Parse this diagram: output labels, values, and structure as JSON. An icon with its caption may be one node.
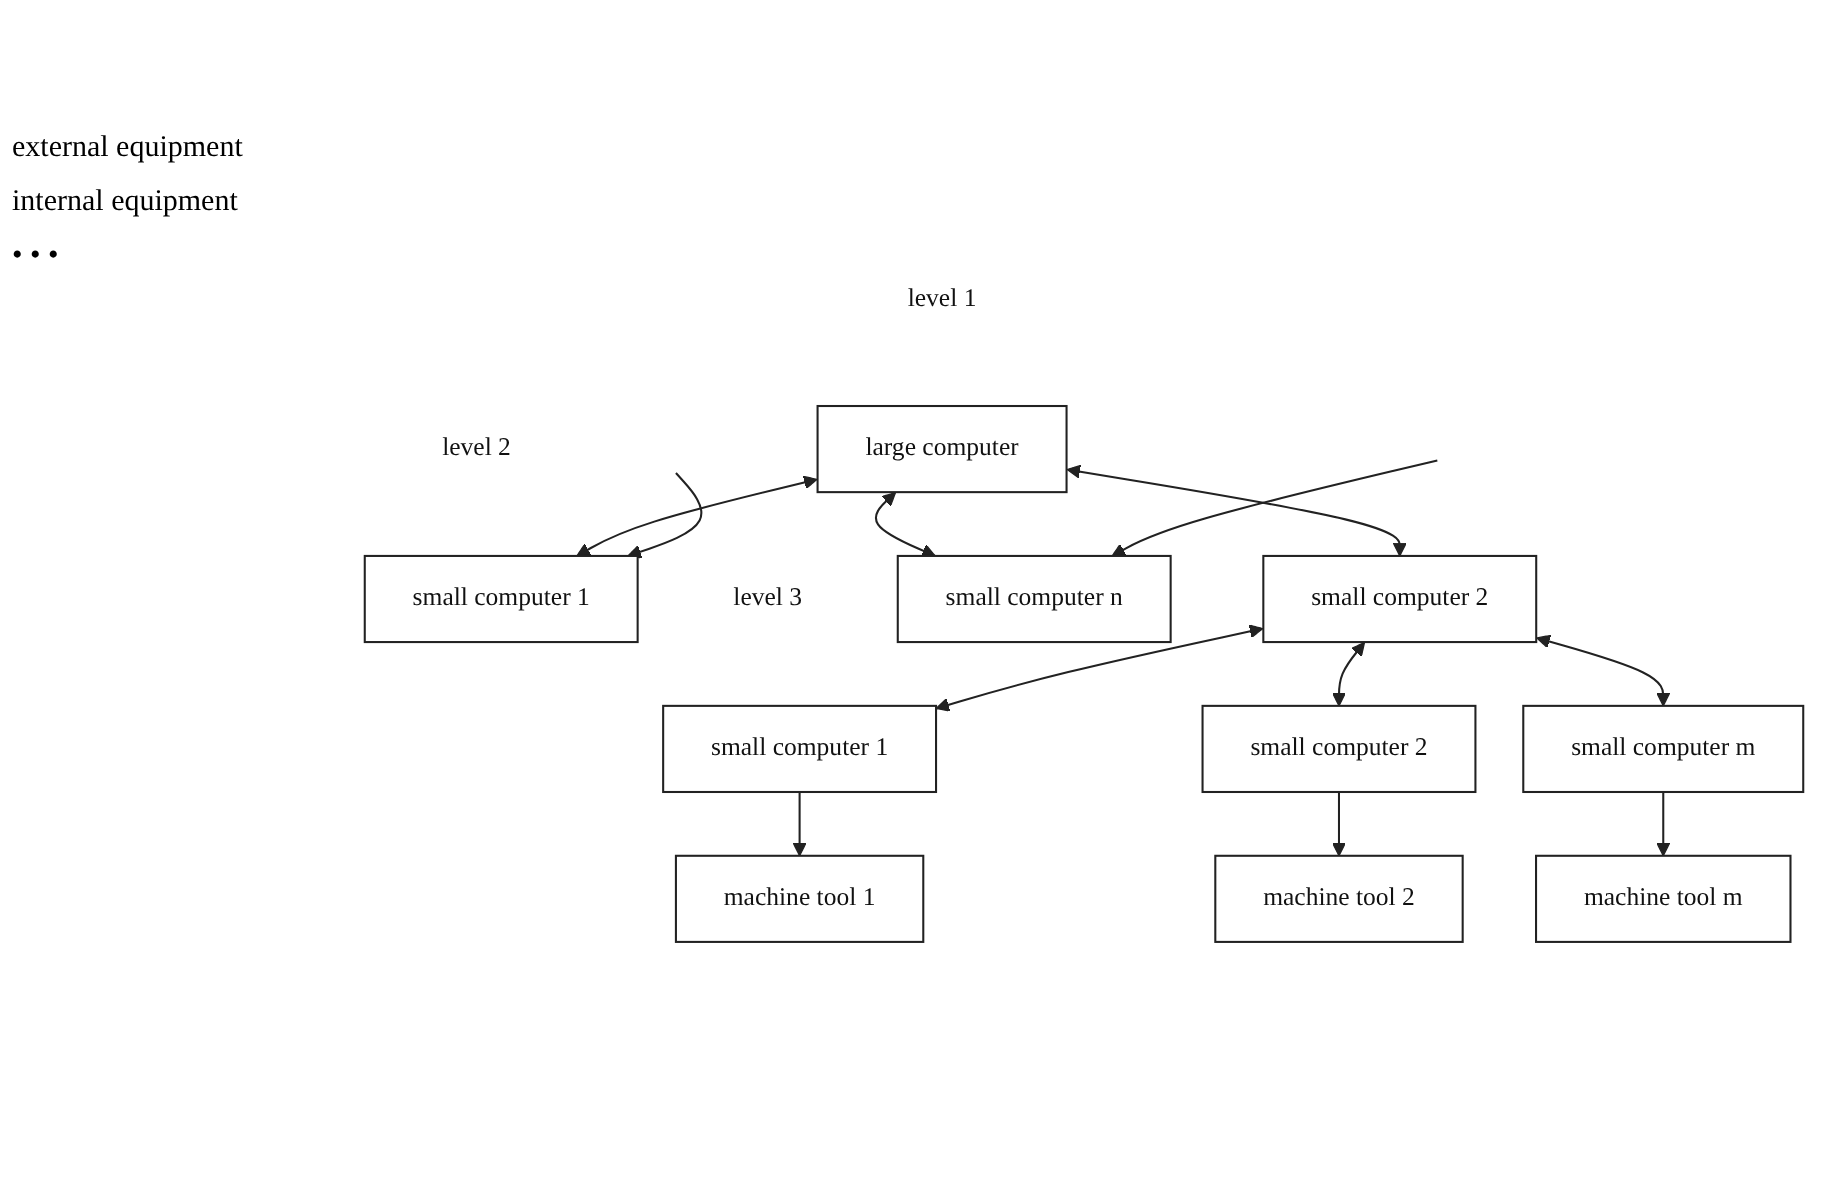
{
  "diagram": {
    "nodes": [
      {
        "text": [
          "large computer"
        ],
        "beside": [
          "level 1"
        ]
      },
      {
        "text": [
          "small computer 1"
        ],
        "beside": [
          "level 2"
        ]
      },
      {
        "text": [
          "small computer 2"
        ]
      },
      {
        "text": [
          "small computer n"
        ]
      },
      {
        "text": [
          "small computer 1"
        ],
        "beside": [
          "level 3"
        ]
      },
      {
        "text": [
          "small computer 2"
        ]
      },
      {
        "text": [
          "small computer m"
        ]
      },
      {
        "text": [
          "machine tool 1"
        ]
      },
      {
        "text": [
          "machine tool 2"
        ]
      },
      {
        "text": [
          "machine tool m"
        ]
      }
    ],
    "edges": [
      {
        "from": 0,
        "to": 1,
        "arrow": "both"
      },
      {
        "from": 0,
        "to": 2,
        "arrow": "both"
      },
      {
        "from": 0,
        "to": 3,
        "arrow": "both"
      },
      {
        "from": null,
        "to": 1,
        "arrow": "to"
      },
      {
        "from": null,
        "to": 3,
        "arrow": "to"
      },
      {
        "from": 2,
        "to": 4,
        "arrow": "both"
      },
      {
        "from": 2,
        "to": 5,
        "arrow": "both"
      },
      {
        "from": 2,
        "to": 6,
        "arrow": "both"
      },
      {
        "from": 4,
        "to": 7,
        "arrow": "to"
      },
      {
        "from": 5,
        "to": 8,
        "arrow": "to"
      },
      {
        "from": 6,
        "to": 9,
        "arrow": "to"
      }
    ],
    "labels": [
      "external equipment",
      "internal equipment",
      "• • •"
    ]
  }
}
